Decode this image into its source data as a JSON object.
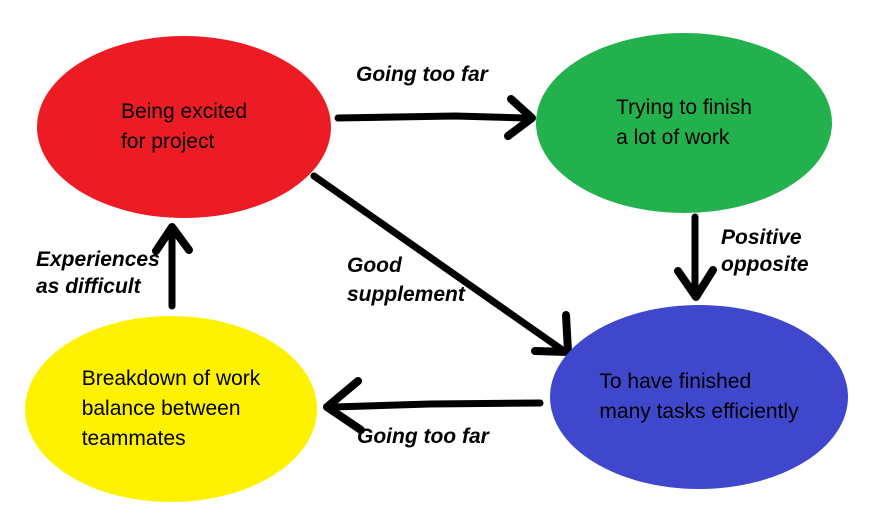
{
  "canvas": {
    "background": "#ffffff",
    "arrow_color": "#000000",
    "text_color": "#000000"
  },
  "nodes": [
    {
      "id": "excited",
      "label": "Being excited\nfor project",
      "color": "#ed1c24"
    },
    {
      "id": "finish",
      "label": "Trying to finish\na lot of work",
      "color": "#22b14c"
    },
    {
      "id": "breakdown",
      "label": "Breakdown of work\nbalance between\nteammates",
      "color": "#fff200"
    },
    {
      "id": "finished",
      "label": "To have finished\nmany tasks efficiently",
      "color": "#3f48cc"
    }
  ],
  "edges": [
    {
      "from": "excited",
      "to": "finish",
      "label": "Going too far"
    },
    {
      "from": "finish",
      "to": "finished",
      "label": "Positive\nopposite"
    },
    {
      "from": "excited",
      "to": "finished",
      "label": "Good\nsupplement"
    },
    {
      "from": "finished",
      "to": "breakdown",
      "label": "Going too far"
    },
    {
      "from": "breakdown",
      "to": "excited",
      "label": "Experiences\nas difficult"
    }
  ]
}
